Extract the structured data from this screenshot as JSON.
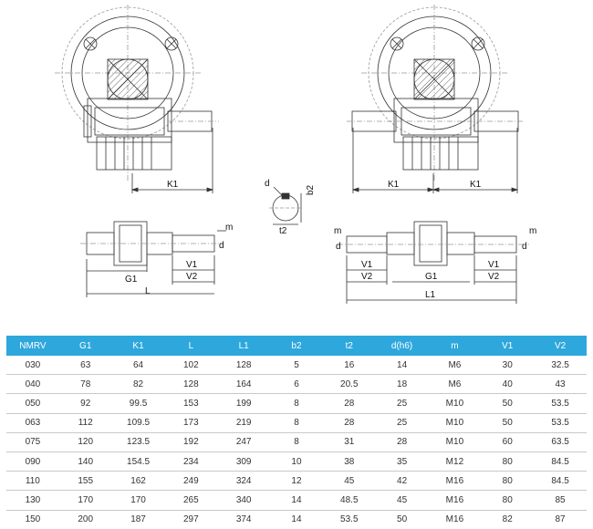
{
  "labels": {
    "k1": "K1",
    "g1": "G1",
    "l": "L",
    "l1": "L1",
    "v1": "V1",
    "v2": "V2",
    "m": "m",
    "d": "d",
    "b2": "b2",
    "t2": "t2"
  },
  "table": {
    "headers": [
      "NMRV",
      "G1",
      "K1",
      "L",
      "L1",
      "b2",
      "t2",
      "d(h6)",
      "m",
      "V1",
      "V2"
    ],
    "rows": [
      [
        "030",
        "63",
        "64",
        "102",
        "128",
        "5",
        "16",
        "14",
        "M6",
        "30",
        "32.5"
      ],
      [
        "040",
        "78",
        "82",
        "128",
        "164",
        "6",
        "20.5",
        "18",
        "M6",
        "40",
        "43"
      ],
      [
        "050",
        "92",
        "99.5",
        "153",
        "199",
        "8",
        "28",
        "25",
        "M10",
        "50",
        "53.5"
      ],
      [
        "063",
        "112",
        "109.5",
        "173",
        "219",
        "8",
        "28",
        "25",
        "M10",
        "50",
        "53.5"
      ],
      [
        "075",
        "120",
        "123.5",
        "192",
        "247",
        "8",
        "31",
        "28",
        "M10",
        "60",
        "63.5"
      ],
      [
        "090",
        "140",
        "154.5",
        "234",
        "309",
        "10",
        "38",
        "35",
        "M12",
        "80",
        "84.5"
      ],
      [
        "110",
        "155",
        "162",
        "249",
        "324",
        "12",
        "45",
        "42",
        "M16",
        "80",
        "84.5"
      ],
      [
        "130",
        "170",
        "170",
        "265",
        "340",
        "14",
        "48.5",
        "45",
        "M16",
        "80",
        "85"
      ],
      [
        "150",
        "200",
        "187",
        "297",
        "374",
        "14",
        "53.5",
        "50",
        "M16",
        "82",
        "87"
      ]
    ]
  },
  "colors": {
    "header_bg": "#2ea7dc",
    "row_line": "#c9c9c9",
    "line": "#333333"
  }
}
